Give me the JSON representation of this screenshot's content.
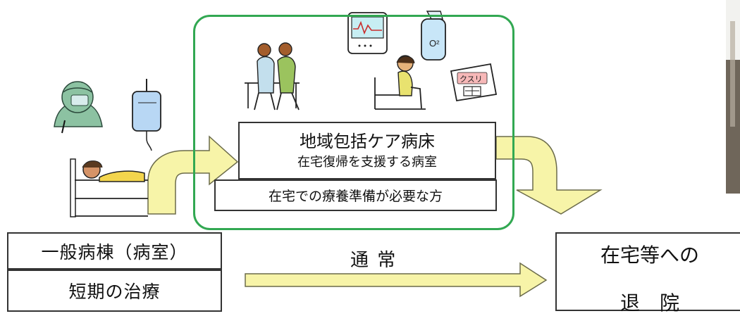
{
  "care_ward": {
    "title": "地域包括ケア病床",
    "subtitle": "在宅復帰を支援する病室"
  },
  "patients_label": "在宅での療養準備が必要な方",
  "general_ward": {
    "title": "一般病棟（病室）",
    "treatment": "短期の治療"
  },
  "normal_route": "通 常",
  "discharge": {
    "line1": "在宅等への",
    "line2": "退　院"
  },
  "medicine_label": "クスリ",
  "oxygen_label": "O²",
  "colors": {
    "frame_green": "#32a852",
    "arrow_fill": "#f7f4a8",
    "arrow_stroke": "#6b6b4a",
    "box_border": "#333333"
  },
  "icons": [
    "surgeon-icon",
    "iv-drip-icon",
    "patient-in-bed-icon",
    "rehab-walking-icon",
    "heart-monitor-icon",
    "oxygen-tank-icon",
    "seated-patient-icon",
    "medicine-paper-icon",
    "photo-thumbnail"
  ]
}
